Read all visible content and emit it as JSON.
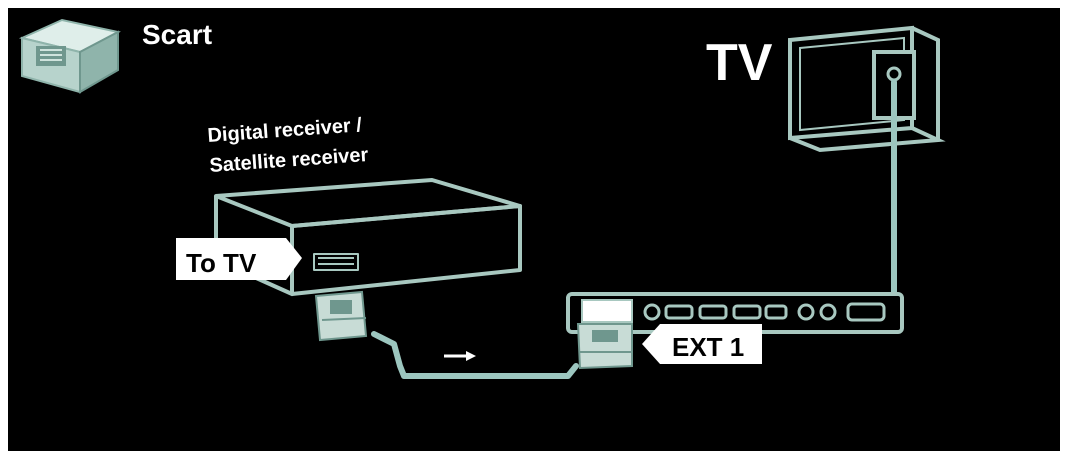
{
  "title": "Scart",
  "labels": {
    "tv": "TV",
    "receiver_line1": "Digital receiver /",
    "receiver_line2": "Satellite receiver",
    "to_tv": "To TV",
    "ext1": "EXT 1"
  },
  "colors": {
    "background": "#000000",
    "outline": "#a8c8c0",
    "cable": "#9cc6bf",
    "connector_fill": "#c8dcd6",
    "label_bg": "#ffffff",
    "label_text": "#000000",
    "text": "#ffffff"
  },
  "icons": {
    "scart_plug": "scart-connector-icon",
    "direction": "arrow-right-icon"
  }
}
